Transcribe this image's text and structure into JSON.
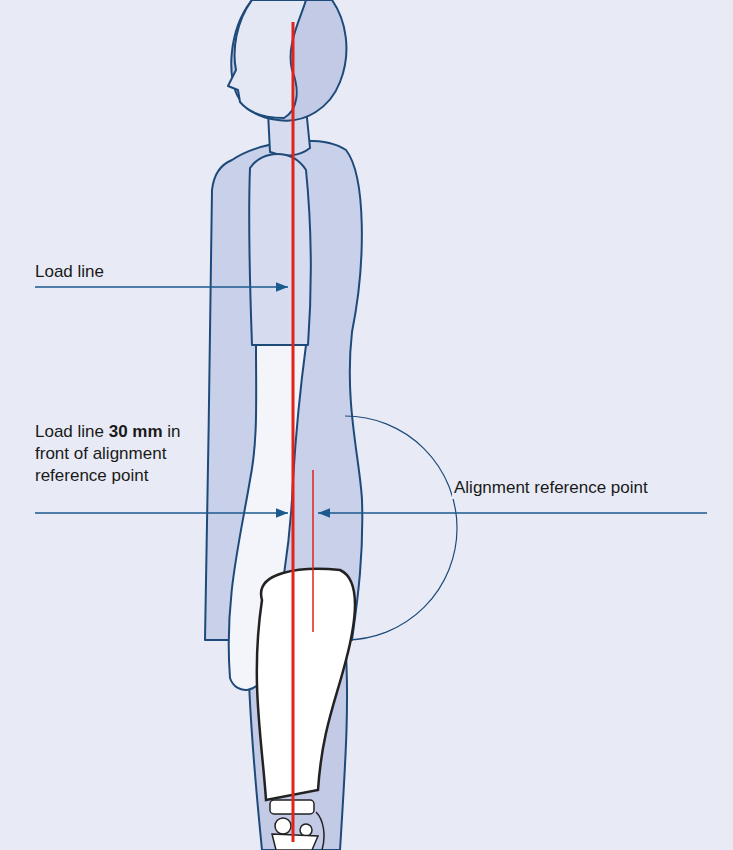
{
  "diagram": {
    "labels": [
      "Load line",
      "Load line 30 mm in front of alignment reference point",
      "Alignment reference point"
    ]
  }
}
